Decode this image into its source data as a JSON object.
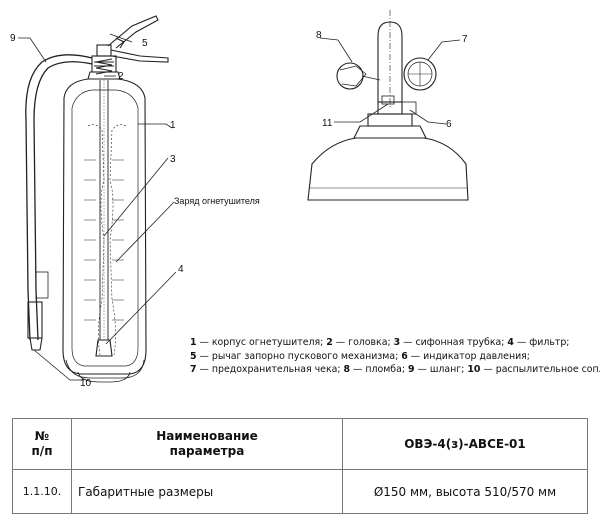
{
  "callouts": {
    "c1": "1",
    "c2": "2",
    "c3": "3",
    "c4": "4",
    "c5": "5",
    "c6": "6",
    "c7": "7",
    "c8": "8",
    "c9": "9",
    "c10": "10",
    "c11": "11"
  },
  "charge_label": "Заряд огнетушителя",
  "legend": {
    "line1": [
      {
        "num": "1",
        "text": " — корпус огнетушителя; "
      },
      {
        "num": "2",
        "text": " — головка; "
      },
      {
        "num": "3",
        "text": " — сифонная трубка; "
      },
      {
        "num": "4",
        "text": " — фильтр;"
      }
    ],
    "line2": [
      {
        "num": "5",
        "text": " — рычаг запорно пускового механизма; "
      },
      {
        "num": "6",
        "text": " — индикатор давления;"
      }
    ],
    "line3": [
      {
        "num": "7",
        "text": " — предохранительная чека; "
      },
      {
        "num": "8",
        "text": " — пломба; "
      },
      {
        "num": "9",
        "text": " — шланг; "
      },
      {
        "num": "10",
        "text": " — распылительное сопло."
      }
    ]
  },
  "table": {
    "header": {
      "num": "№\nп/п",
      "param": "Наименование\nпараметра",
      "model": "ОВЭ-4(з)-АВСЕ-01"
    },
    "rows": [
      {
        "num": "1.1.10.",
        "param": "Габаритные размеры",
        "value": "Ø150 мм, высота 510/570 мм"
      }
    ]
  }
}
